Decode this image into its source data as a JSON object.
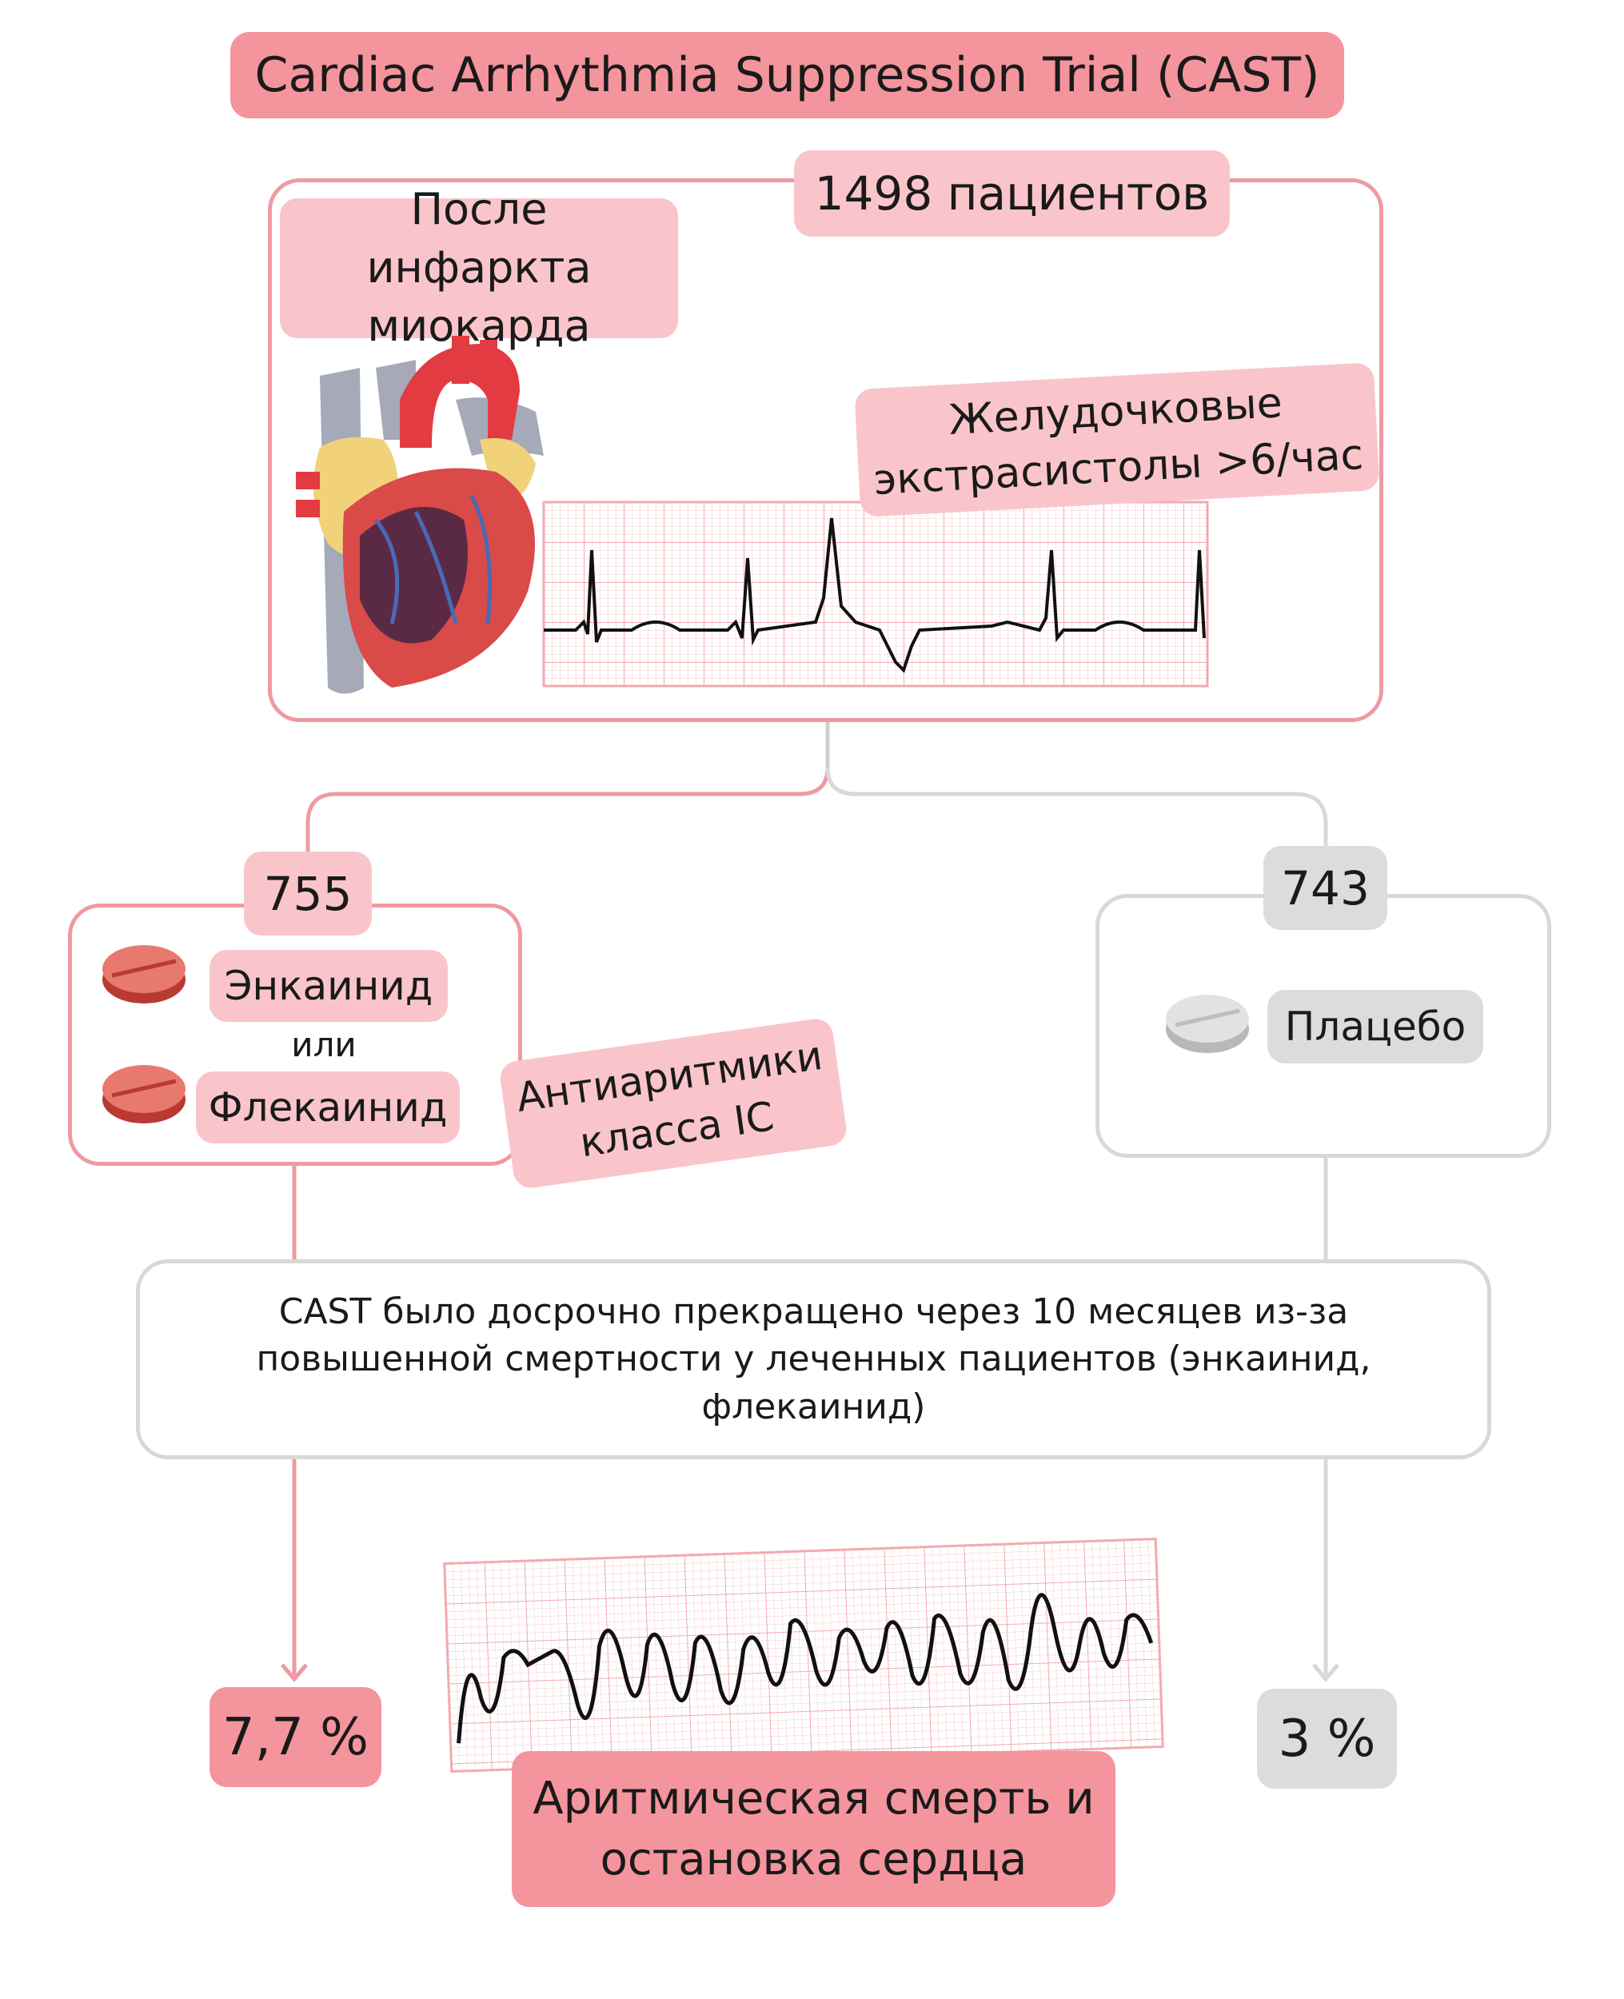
{
  "title": "Cardiac Arrhythmia Suppression Trial (CAST)",
  "cohort": {
    "count_label": "1498 пациентов",
    "condition_label": "После инфаркта миокарда",
    "ecg_label": "Желудочковые экстрасистолы >6/час",
    "heart_icon": "heart-anatomy-icon"
  },
  "treatment_arm": {
    "count": "755",
    "drug_1": "Энкаинид",
    "or_label": "или",
    "drug_2": "Флекаинид",
    "class_label": "Антиаритмики класса IC",
    "pill_color": "#e8796f"
  },
  "placebo_arm": {
    "count": "743",
    "drug": "Плацебо",
    "pill_color": "#d6d6d6"
  },
  "outcome_note": "CAST было досрочно прекращено через 10 месяцев из-за повышенной смертности у леченных пациентов (энкаинид, флекаинид)",
  "results": {
    "treatment_rate": "7,7 %",
    "placebo_rate": "3 %",
    "endpoint_label": "Аритмическая смерть и остановка сердца"
  },
  "colors": {
    "pink_strong": "#f4949c",
    "pink_light": "#f9c5cb",
    "pink_line": "#ee9aa2",
    "grey_fill": "#dcdcdc",
    "grey_line": "#d8d8d8",
    "ecg_grid": "#f3a9b0"
  }
}
